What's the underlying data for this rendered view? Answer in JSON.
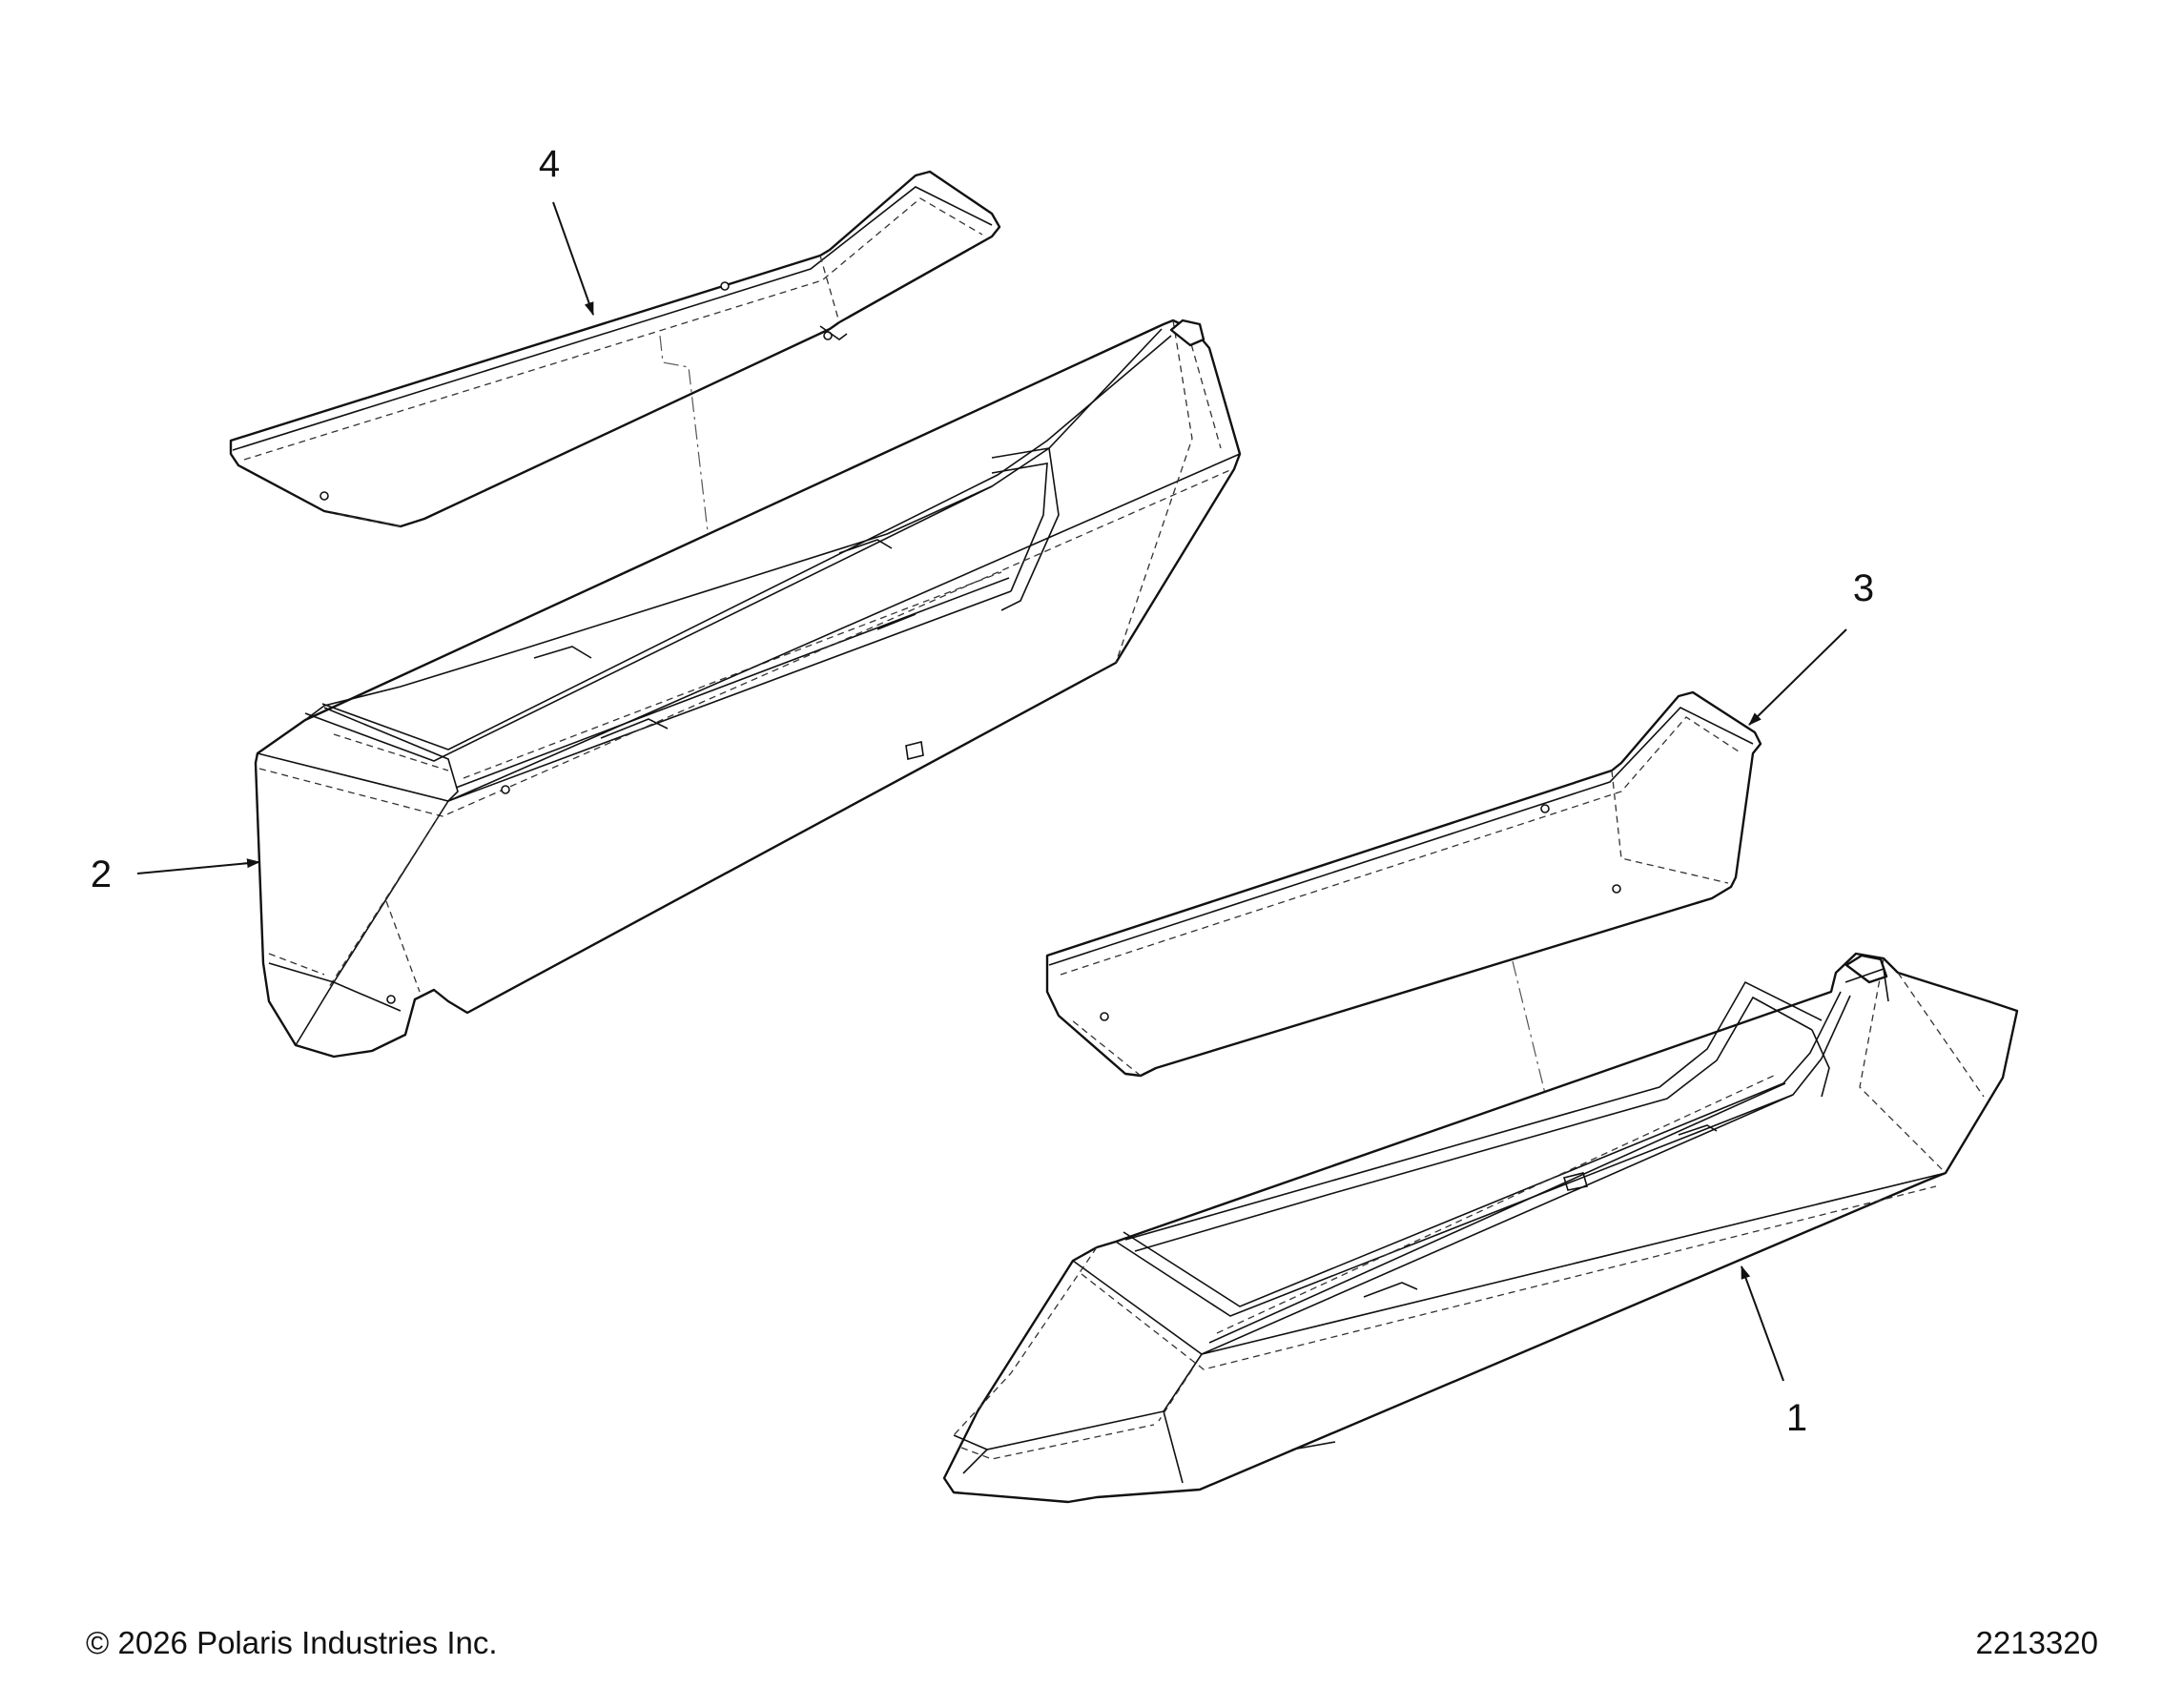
{
  "callouts": [
    {
      "id": "1",
      "label": "1"
    },
    {
      "id": "2",
      "label": "2"
    },
    {
      "id": "3",
      "label": "3"
    },
    {
      "id": "4",
      "label": "4"
    }
  ],
  "footer": {
    "copyright": "© 2026 Polaris Industries Inc.",
    "drawing_number": "2213320"
  },
  "colors": {
    "line": "#111111",
    "background": "#ffffff"
  }
}
